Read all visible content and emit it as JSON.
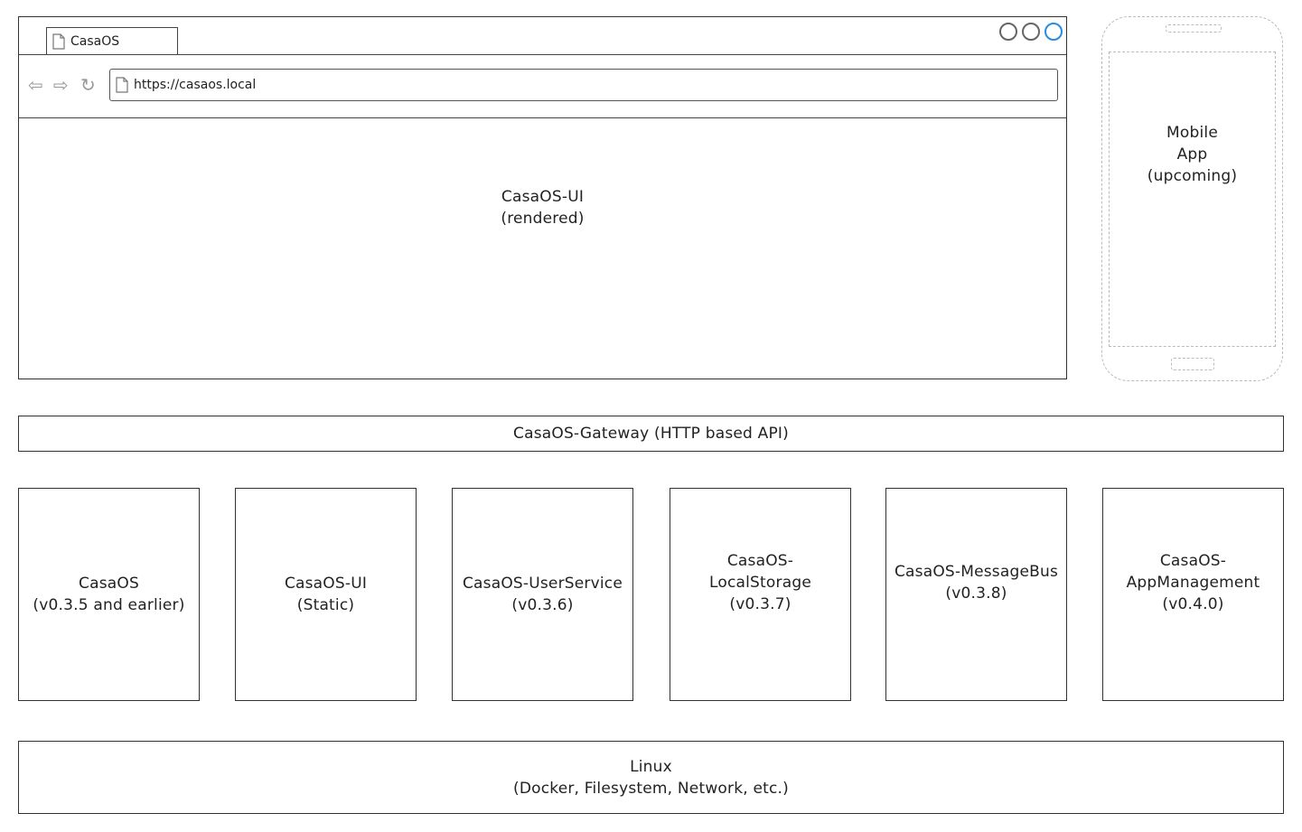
{
  "browser": {
    "tab_label": "CasaOS",
    "url": "https://casaos.local",
    "content": [
      "CasaOS-UI",
      "(rendered)"
    ]
  },
  "mobile": {
    "label": [
      "Mobile",
      "App",
      "(upcoming)"
    ]
  },
  "gateway": {
    "label": "CasaOS-Gateway (HTTP based API)"
  },
  "services": [
    {
      "lines": [
        "CasaOS",
        "(v0.3.5 and earlier)"
      ]
    },
    {
      "lines": [
        "CasaOS-UI",
        "(Static)"
      ]
    },
    {
      "lines": [
        "CasaOS-UserService",
        "(v0.3.6)"
      ]
    },
    {
      "lines": [
        "CasaOS-",
        "LocalStorage",
        "(v0.3.7)"
      ]
    },
    {
      "lines": [
        "CasaOS-MessageBus",
        "(v0.3.8)"
      ]
    },
    {
      "lines": [
        "CasaOS-",
        "AppManagement",
        "(v0.4.0)"
      ]
    }
  ],
  "linux": {
    "lines": [
      "Linux",
      "(Docker, Filesystem, Network, etc.)"
    ]
  },
  "colors": {
    "border": "#333333",
    "dashed": "#bbbbbb",
    "accent_circle": "#2b8be0"
  }
}
